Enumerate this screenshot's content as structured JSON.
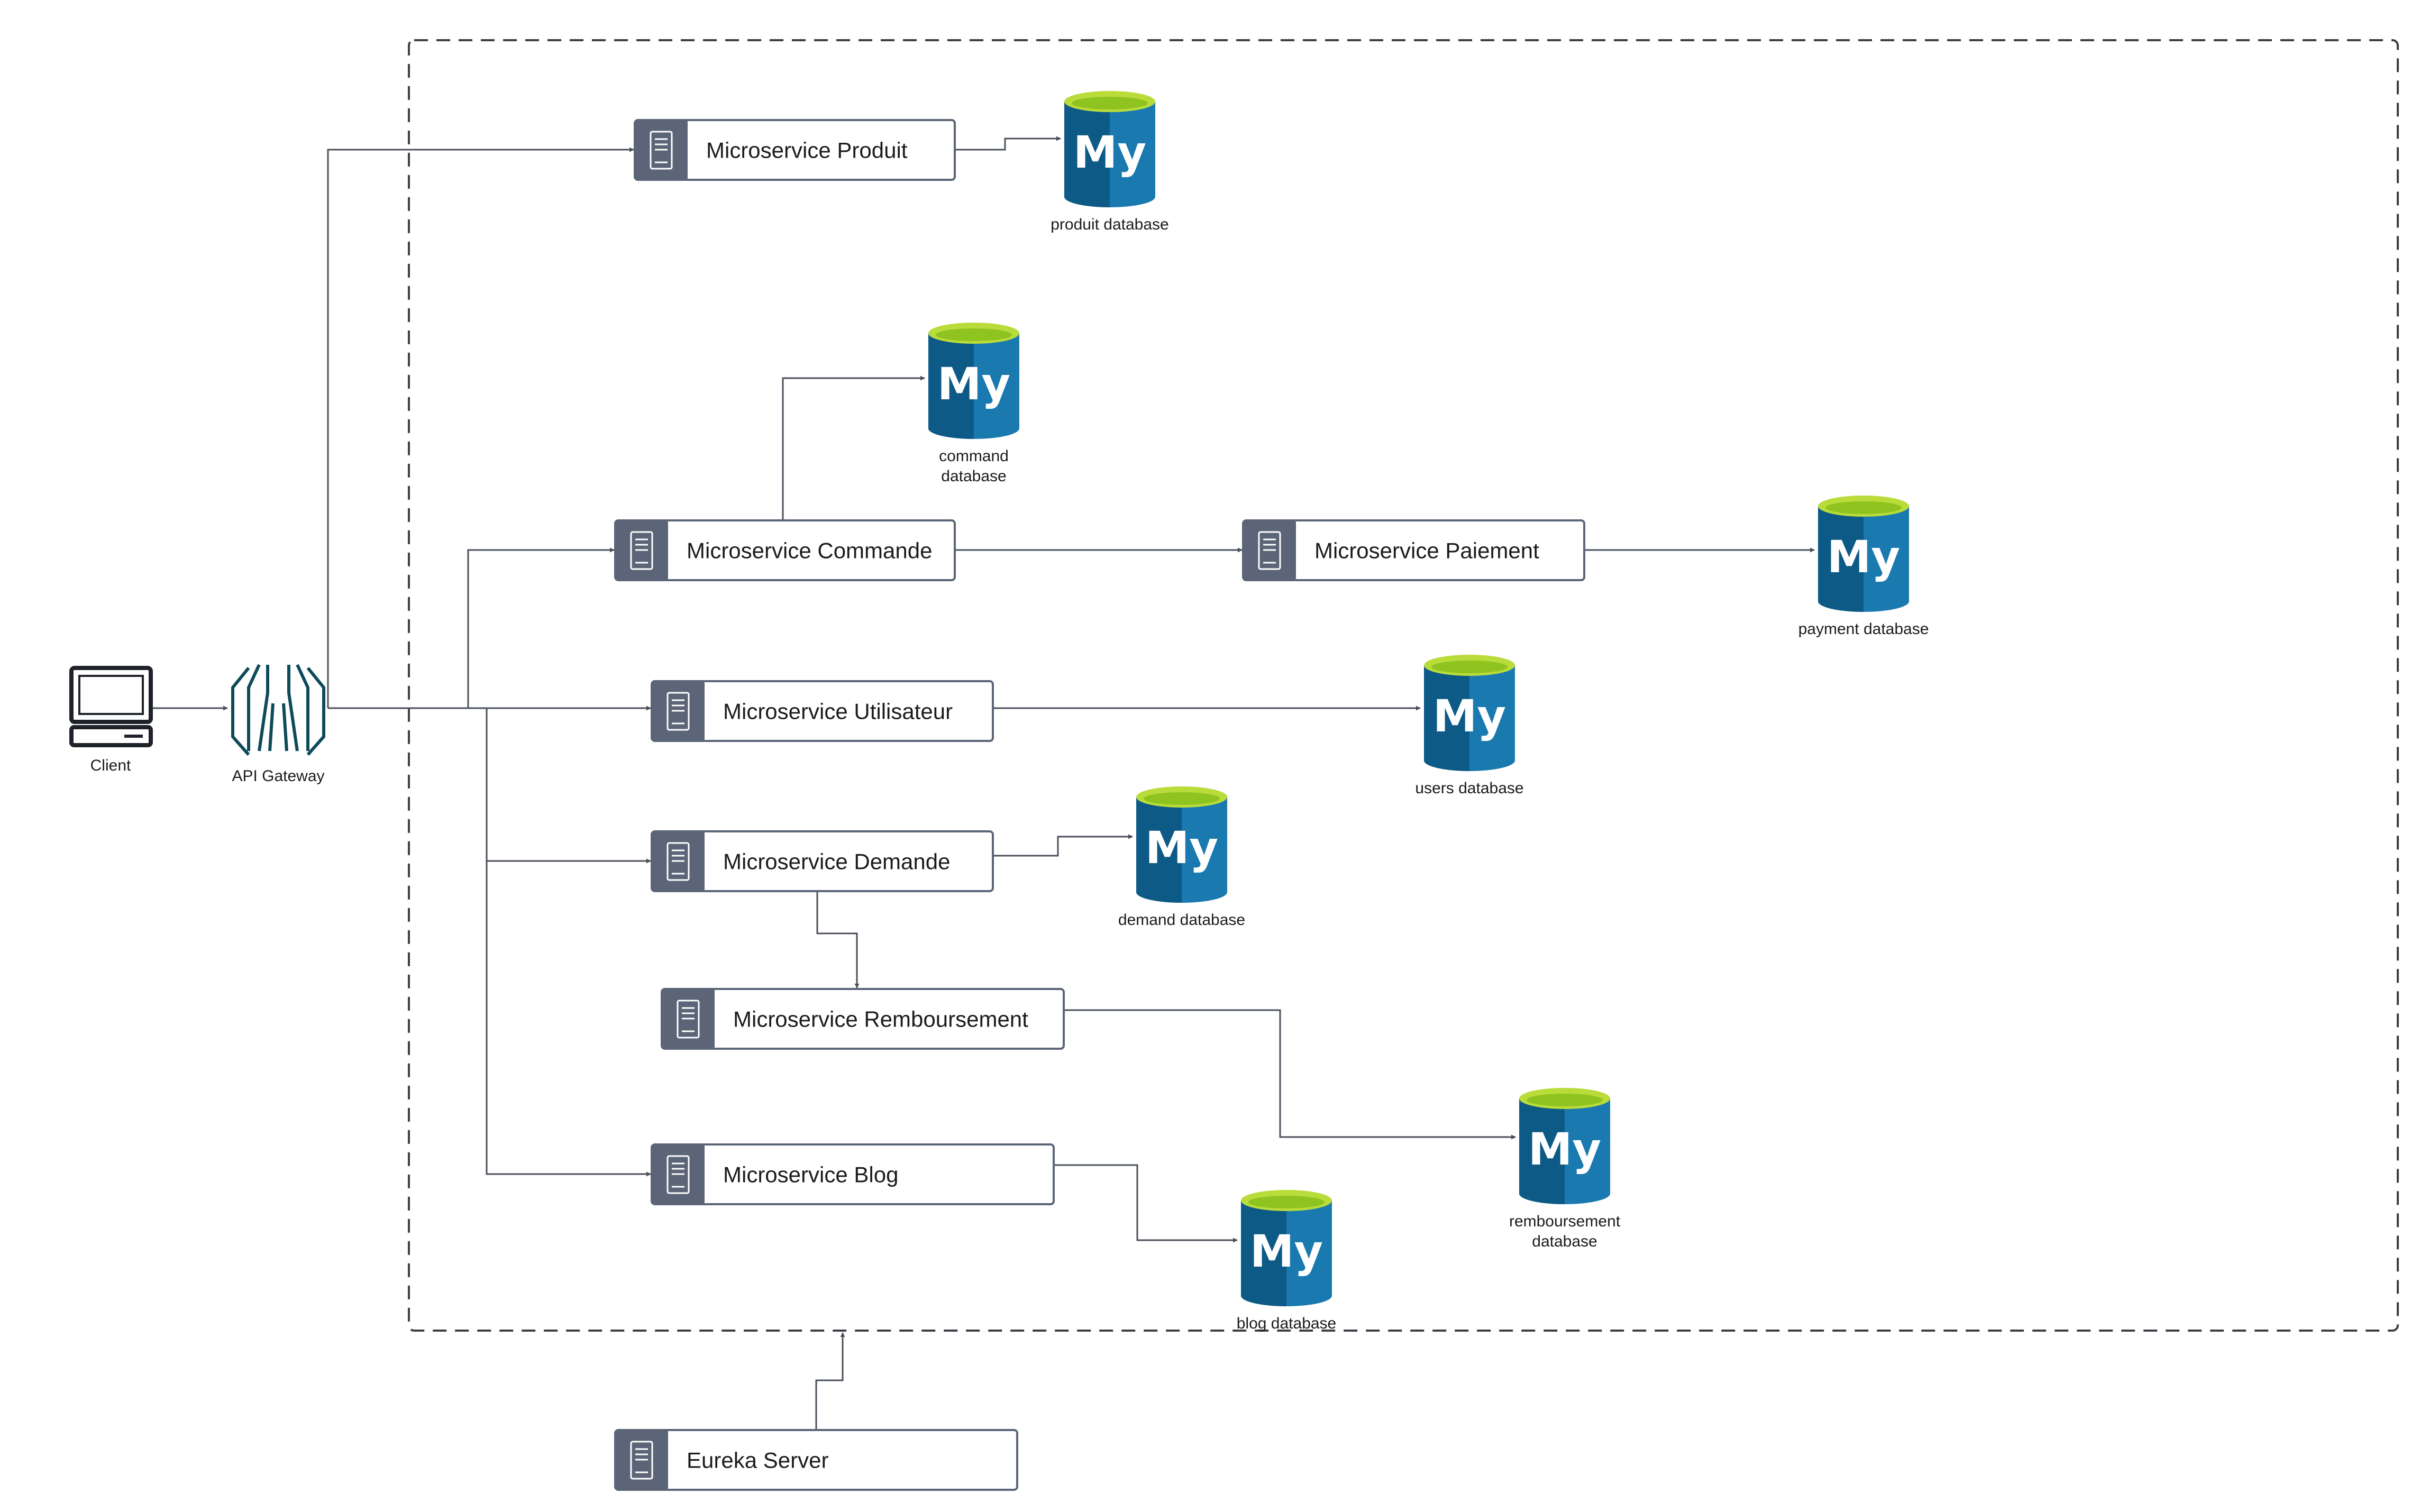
{
  "diagram": {
    "type": "microservices-architecture",
    "client": {
      "label": "Client",
      "icon": "monitor-icon"
    },
    "gateway": {
      "label": "API Gateway",
      "icon": "api-gateway-icon"
    },
    "services": [
      {
        "id": "produit",
        "label": "Microservice Produit",
        "icon": "server-icon"
      },
      {
        "id": "commande",
        "label": "Microservice Commande",
        "icon": "server-icon"
      },
      {
        "id": "paiement",
        "label": "Microservice Paiement",
        "icon": "server-icon"
      },
      {
        "id": "utilisateur",
        "label": "Microservice Utilisateur",
        "icon": "server-icon"
      },
      {
        "id": "demande",
        "label": "Microservice Demande",
        "icon": "server-icon"
      },
      {
        "id": "remboursement",
        "label": "Microservice Remboursement",
        "icon": "server-icon"
      },
      {
        "id": "blog",
        "label": "Microservice Blog",
        "icon": "server-icon"
      },
      {
        "id": "eureka",
        "label": "Eureka Server",
        "icon": "server-icon"
      }
    ],
    "databases": [
      {
        "id": "db-produit",
        "lines": [
          "produit database"
        ],
        "icon": "mysql-icon"
      },
      {
        "id": "db-command",
        "lines": [
          "command",
          "database"
        ],
        "icon": "mysql-icon"
      },
      {
        "id": "db-payment",
        "lines": [
          "payment database"
        ],
        "icon": "mysql-icon"
      },
      {
        "id": "db-users",
        "lines": [
          "users database"
        ],
        "icon": "mysql-icon"
      },
      {
        "id": "db-demand",
        "lines": [
          "demand database"
        ],
        "icon": "mysql-icon"
      },
      {
        "id": "db-remb",
        "lines": [
          "remboursement",
          "database"
        ],
        "icon": "mysql-icon"
      },
      {
        "id": "db-blog",
        "lines": [
          "blog database"
        ],
        "icon": "mysql-icon"
      }
    ],
    "db_logo_text": "My",
    "edges": [
      {
        "from": "client",
        "to": "gateway"
      },
      {
        "from": "gateway",
        "to": "produit"
      },
      {
        "from": "gateway",
        "to": "commande"
      },
      {
        "from": "gateway",
        "to": "utilisateur"
      },
      {
        "from": "gateway",
        "to": "demande"
      },
      {
        "from": "gateway",
        "to": "blog"
      },
      {
        "from": "produit",
        "to": "db-produit"
      },
      {
        "from": "commande",
        "to": "db-command"
      },
      {
        "from": "commande",
        "to": "paiement"
      },
      {
        "from": "paiement",
        "to": "db-payment"
      },
      {
        "from": "utilisateur",
        "to": "db-users"
      },
      {
        "from": "demande",
        "to": "db-demand"
      },
      {
        "from": "demande",
        "to": "remboursement"
      },
      {
        "from": "remboursement",
        "to": "db-remb"
      },
      {
        "from": "blog",
        "to": "db-blog"
      },
      {
        "from": "eureka",
        "to": "cluster-boundary"
      }
    ],
    "colors": {
      "service_icon_bg": "#5b6577",
      "service_border": "#5b6577",
      "db_dark": "#0d5a86",
      "db_mid": "#1a7ab0",
      "db_top": "#8fc31f",
      "db_top_inner": "#b9dc3a",
      "gateway": "#0d4b5a",
      "edge": "#4a4f5a",
      "boundary": "#3c3f45"
    }
  }
}
